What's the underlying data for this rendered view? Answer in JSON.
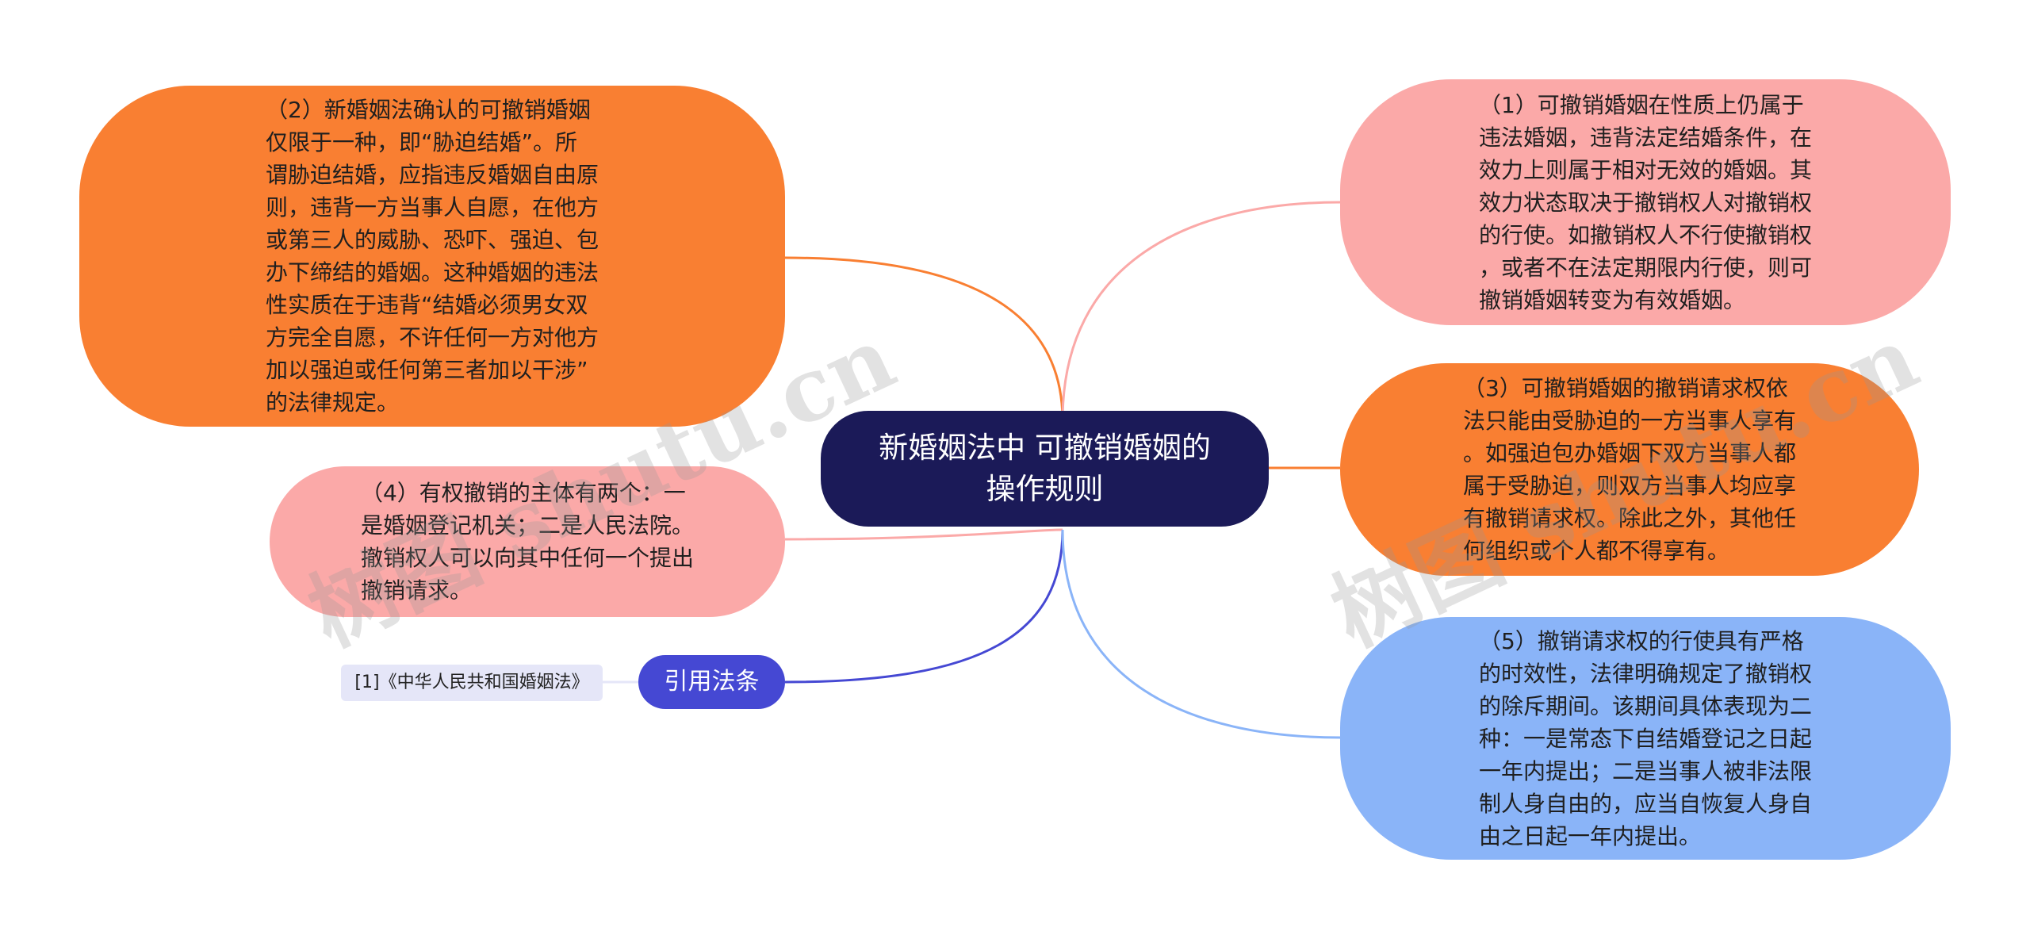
{
  "colors": {
    "center": "#1b1a58",
    "orange": "#f97f32",
    "pink": "#fba9a8",
    "blue": "#8ab4f8",
    "ref": "#4548d3",
    "ref_item": "#e5e6f8"
  },
  "center": {
    "text": "新婚姻法中 可撤销婚姻的\n操作规则"
  },
  "left_nodes": {
    "n2": "（2）新婚姻法确认的可撤销婚姻\n仅限于一种，即“胁迫结婚”。所\n谓胁迫结婚，应指违反婚姻自由原\n则，违背一方当事人自愿，在他方\n或第三人的威胁、恐吓、强迫、包\n办下缔结的婚姻。这种婚姻的违法\n性实质在于违背“结婚必须男女双\n方完全自愿，不许任何一方对他方\n加以强迫或任何第三者加以干涉”\n的法律规定。",
    "n4": "（4）有权撤销的主体有两个：一\n是婚姻登记机关；二是人民法院。\n撤销权人可以向其中任何一个提出\n撤销请求。"
  },
  "right_nodes": {
    "n1": "（1）可撤销婚姻在性质上仍属于\n违法婚姻，违背法定结婚条件，在\n效力上则属于相对无效的婚姻。其\n效力状态取决于撤销权人对撤销权\n的行使。如撤销权人不行使撤销权\n，或者不在法定期限内行使，则可\n撤销婚姻转变为有效婚姻。",
    "n3": "（3）可撤销婚姻的撤销请求权依\n法只能由受胁迫的一方当事人享有\n。如强迫包办婚姻下双方当事人都\n属于受胁迫，则双方当事人均应享\n有撤销请求权。除此之外，其他任\n何组织或个人都不得享有。",
    "n5": "（5）撤销请求权的行使具有严格\n的时效性，法律明确规定了撤销权\n的除斥期间。该期间具体表现为二\n种：一是常态下自结婚登记之日起\n一年内提出；二是当事人被非法限\n制人身自由的，应当自恢复人身自\n由之日起一年内提出。"
  },
  "reference": {
    "label": "引用法条",
    "items": [
      "[1]《中华人民共和国婚姻法》"
    ]
  },
  "watermarks": [
    "树图 shutu.cn",
    "树图 shutu.cn"
  ]
}
